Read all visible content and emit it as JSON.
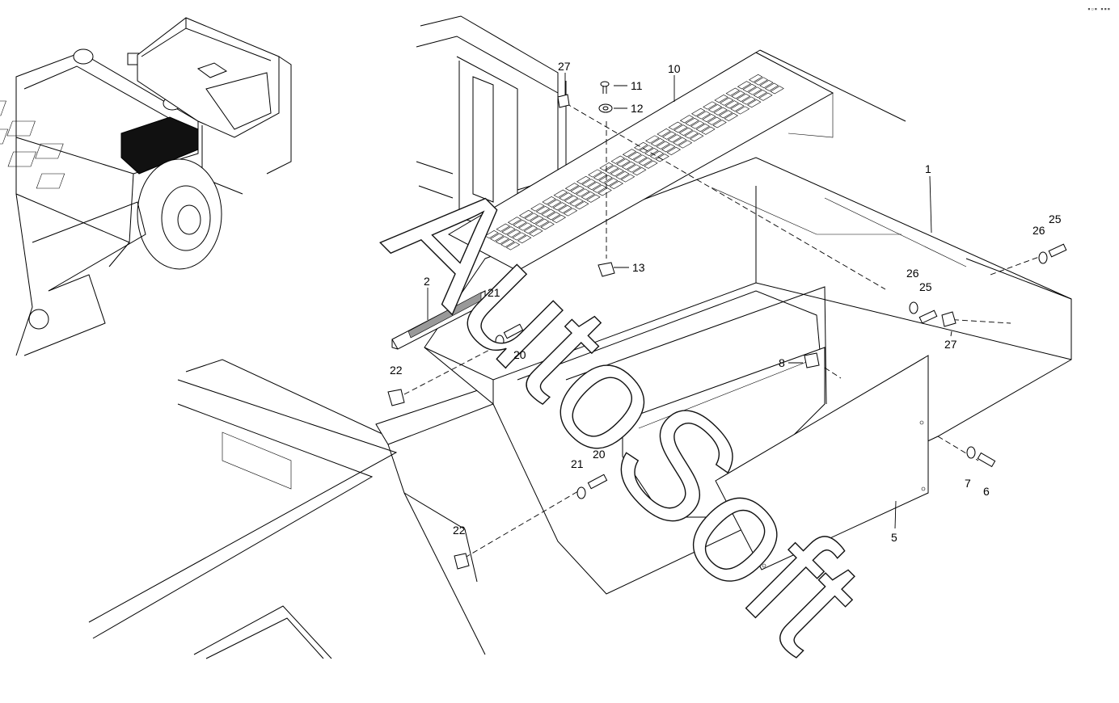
{
  "watermark": "AutoSoft",
  "corner_mark": "▪▫▪ ▪▪▪",
  "callouts": [
    {
      "id": "c1",
      "label": "1"
    },
    {
      "id": "c2",
      "label": "2"
    },
    {
      "id": "c5",
      "label": "5"
    },
    {
      "id": "c6",
      "label": "6"
    },
    {
      "id": "c7",
      "label": "7"
    },
    {
      "id": "c8",
      "label": "8"
    },
    {
      "id": "c10",
      "label": "10"
    },
    {
      "id": "c11",
      "label": "11"
    },
    {
      "id": "c12",
      "label": "12"
    },
    {
      "id": "c13",
      "label": "13"
    },
    {
      "id": "c20a",
      "label": "20"
    },
    {
      "id": "c20b",
      "label": "20"
    },
    {
      "id": "c21a",
      "label": "21"
    },
    {
      "id": "c21b",
      "label": "21"
    },
    {
      "id": "c22a",
      "label": "22"
    },
    {
      "id": "c22b",
      "label": "22"
    },
    {
      "id": "c25a",
      "label": "25"
    },
    {
      "id": "c25b",
      "label": "25"
    },
    {
      "id": "c26a",
      "label": "26"
    },
    {
      "id": "c26b",
      "label": "26"
    },
    {
      "id": "c27a",
      "label": "27"
    },
    {
      "id": "c27b",
      "label": "27"
    }
  ]
}
